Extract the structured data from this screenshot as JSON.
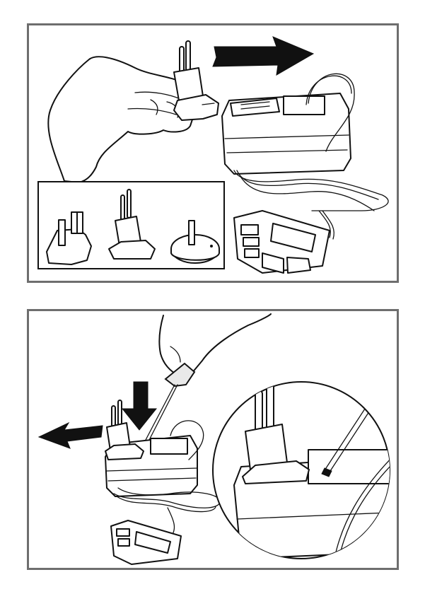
{
  "figures": [
    {
      "id": "step-1",
      "caption": ""
    },
    {
      "id": "step-2",
      "caption": ""
    }
  ],
  "colors": {
    "frame": "#6e6e6e",
    "ink": "#111111",
    "paper": "#ffffff"
  },
  "icons": [
    "hand-icon",
    "plug-adapter-icon",
    "power-supply-icon",
    "cable-icon",
    "connector-icon",
    "arrow-right-icon",
    "arrow-left-icon",
    "arrow-down-icon",
    "screwdriver-icon",
    "uk-plug-icon",
    "eu-plug-icon",
    "au-plug-icon",
    "magnifier-circle"
  ]
}
